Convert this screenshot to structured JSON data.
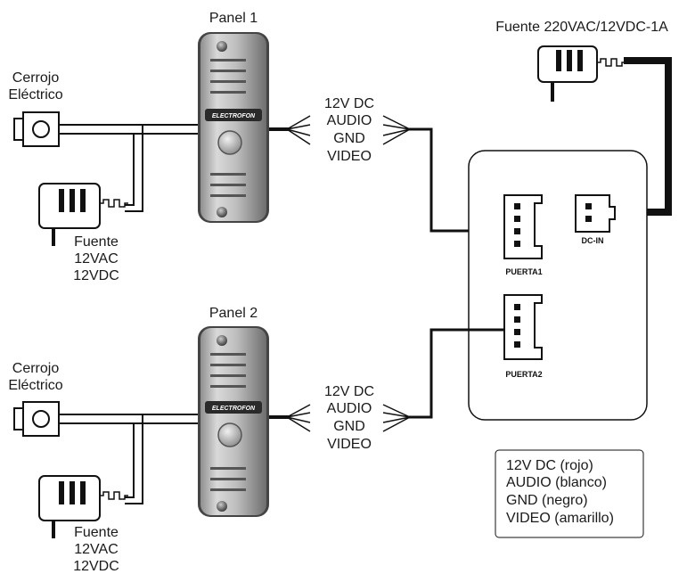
{
  "panel1": {
    "title": "Panel 1",
    "brand": "ELECTROFON"
  },
  "panel2": {
    "title": "Panel 2",
    "brand": "ELECTROFON"
  },
  "lock1": {
    "line1": "Cerrojo",
    "line2": "Eléctrico"
  },
  "lock2": {
    "line1": "Cerrojo",
    "line2": "Eléctrico"
  },
  "psu1": {
    "line1": "Fuente",
    "line2": "12VAC",
    "line3": "12VDC"
  },
  "psu2": {
    "line1": "Fuente",
    "line2": "12VAC",
    "line3": "12VDC"
  },
  "main_psu": {
    "label": "Fuente 220VAC/12VDC-1A"
  },
  "wires1": [
    "12V DC",
    "AUDIO",
    "GND",
    "VIDEO"
  ],
  "wires2": [
    "12V DC",
    "AUDIO",
    "GND",
    "VIDEO"
  ],
  "monitor": {
    "port1": "PUERTA1",
    "port2": "PUERTA2",
    "dcin": "DC-IN"
  },
  "legend": [
    "12V DC  (rojo)",
    "AUDIO (blanco)",
    "GND (negro)",
    "VIDEO (amarillo)"
  ]
}
